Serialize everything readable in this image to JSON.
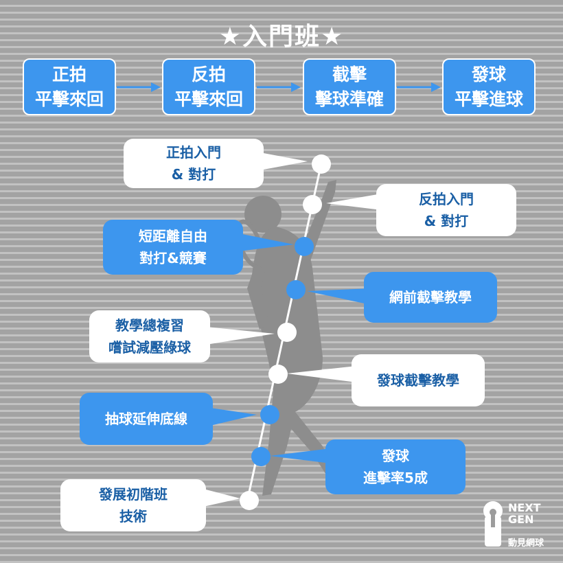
{
  "title": "★入門班★",
  "steps": [
    {
      "line1": "正拍",
      "line2": "平擊來回"
    },
    {
      "line1": "反拍",
      "line2": "平擊來回"
    },
    {
      "line1": "截擊",
      "line2": "擊球準確"
    },
    {
      "line1": "發球",
      "line2": "平擊進球"
    }
  ],
  "milestones": [
    {
      "line1": "正拍入門",
      "line2": "& 對打"
    },
    {
      "line1": "反拍入門",
      "line2": "& 對打"
    },
    {
      "line1": "短距離自由",
      "line2": "對打&競賽"
    },
    {
      "line1": "網前截擊教學",
      "line2": ""
    },
    {
      "line1": "教學總複習",
      "line2": "嚐試減壓綠球"
    },
    {
      "line1": "發球截擊教學",
      "line2": ""
    },
    {
      "line1": "抽球延伸底線",
      "line2": ""
    },
    {
      "line1": "發球",
      "line2": "進擊率5成"
    },
    {
      "line1": "發展初階班",
      "line2": "技術"
    }
  ],
  "logo": {
    "line1": "NEXT",
    "line2": "GEN",
    "line3": "動見網球"
  },
  "colors": {
    "accent_blue": "#3d96ee",
    "text_blue": "#1a5fa5",
    "white": "#ffffff",
    "silhouette": "#8a8a8a"
  }
}
